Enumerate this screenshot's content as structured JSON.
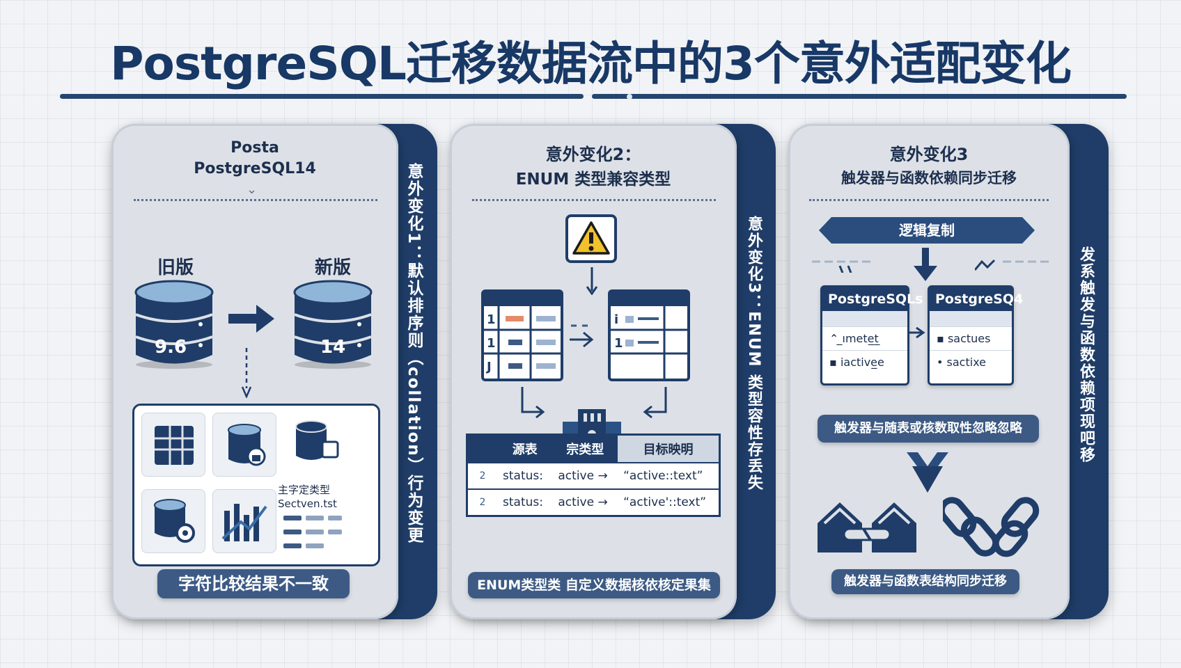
{
  "title": "PostgreSQL迁移数据流中的3个意外适配变化",
  "panel1": {
    "heading_line1": "Posta",
    "heading_line2": "PostgreSQL14",
    "side_text": "意外变化1：默认排序则（collation）行为变更",
    "old_label": "旧版",
    "new_label": "新版",
    "old_version": "9.6",
    "new_version": "14",
    "tile_text_1": "主字定类型",
    "tile_text_2": "Sectven.tst",
    "footer": "字符比较结果不一致"
  },
  "panel2": {
    "heading_line1": "意外变化2：",
    "heading_line2": "ENUM 类型兼容类型",
    "side_text": "意外变化3：ENUM 类型容性存丢失",
    "table_headers": [
      "源表",
      "宗类型",
      "目标映明"
    ],
    "table_rows": [
      {
        "num": "2",
        "field": "status:",
        "type": "active →",
        "target": "“active::text”"
      },
      {
        "num": "2",
        "field": "status:",
        "type": "active →",
        "target": "“active'::text”"
      }
    ],
    "footer": "ENUM类型类 自定义数据核依核定果集"
  },
  "panel3": {
    "heading_line1": "意外变化3",
    "heading_line2": "触发器与函数依赖同步迁移",
    "side_text": "发系触发与函数依赖项现吧移",
    "banner": "逻辑复制",
    "left_db_title": "PostgreSQLs",
    "right_db_title": "PostgreSQ4",
    "left_rows": [
      "̲ımete̲t̲",
      "iactive̲e"
    ],
    "right_rows": [
      "sactues",
      "sactixe"
    ],
    "middle_pill": "触发器与随表或核数取性忽略忽略",
    "footer": "触发器与函数表结构同步迁移"
  }
}
